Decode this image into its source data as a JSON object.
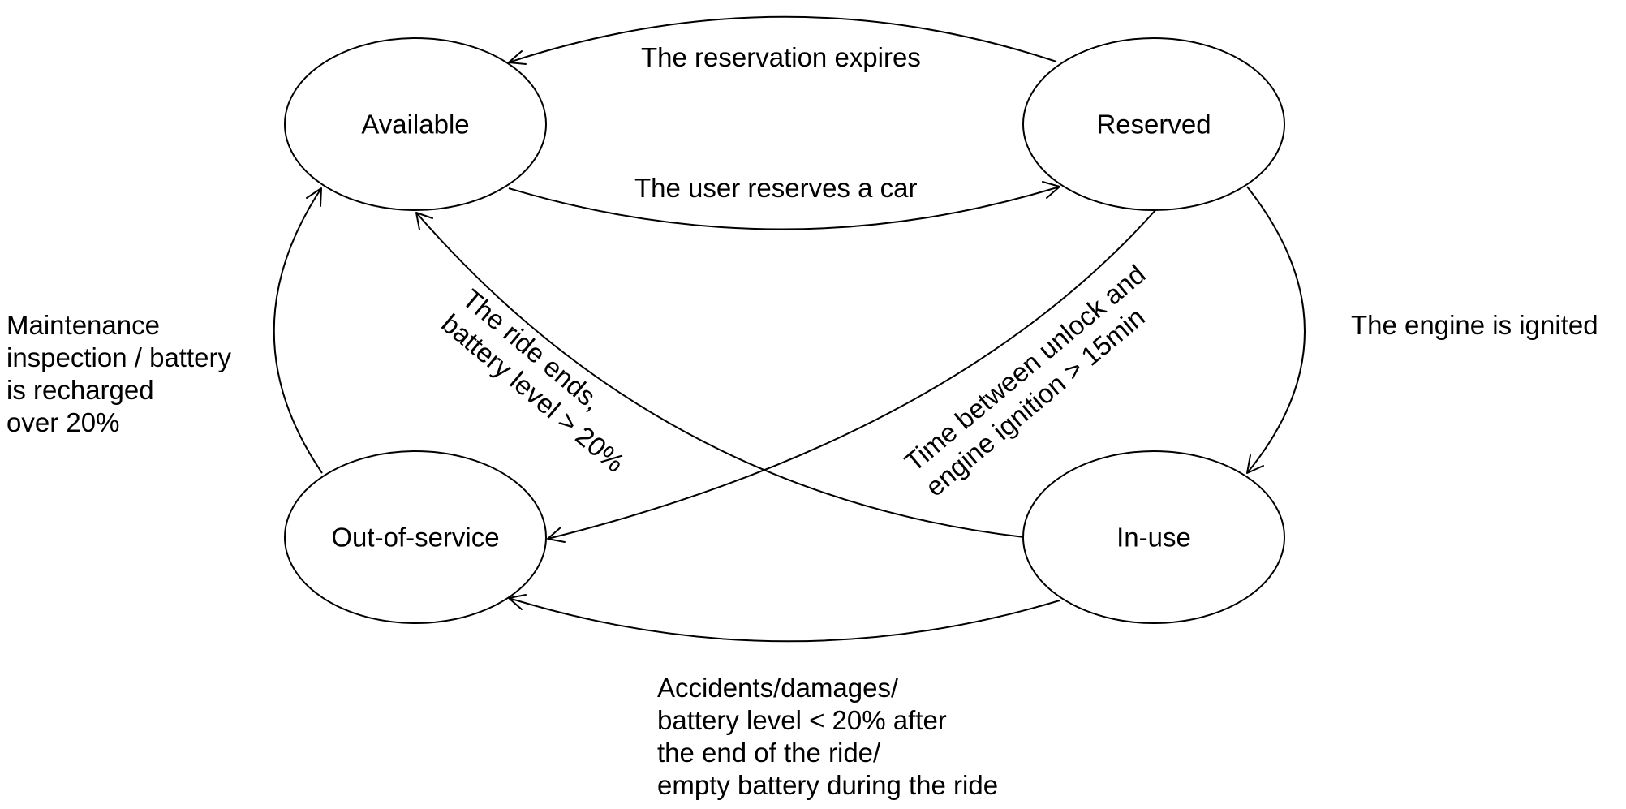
{
  "states": {
    "available": "Available",
    "reserved": "Reserved",
    "in_use": "In-use",
    "out_of_service": "Out-of-service"
  },
  "transitions": {
    "reservation_expires": [
      "The reservation expires"
    ],
    "user_reserves": [
      "The user reserves a car"
    ],
    "engine_ignited": [
      "The engine is ignited"
    ],
    "maintenance": [
      "Maintenance",
      "inspection / battery",
      "is recharged",
      "over 20%"
    ],
    "ride_ends": [
      "The ride ends,",
      "battery level > 20%"
    ],
    "time_between": [
      "Time between unlock and",
      "engine ignition > 15min"
    ],
    "accidents": [
      "Accidents/damages/",
      "battery level < 20% after",
      "the end of the ride/",
      "empty battery during the ride"
    ]
  }
}
